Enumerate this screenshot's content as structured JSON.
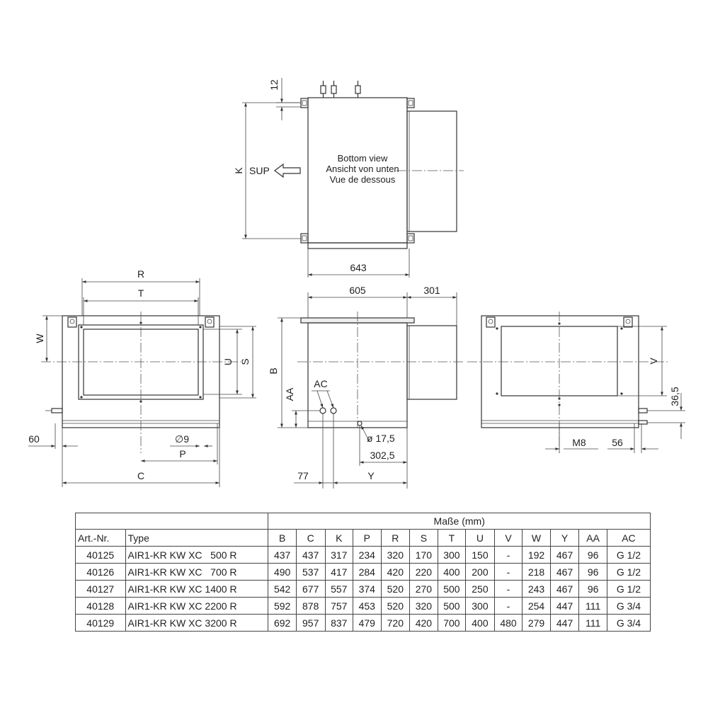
{
  "views": {
    "top": {
      "text_lines": [
        "Bottom view",
        "Ansicht von unten",
        "Vue de dessous"
      ],
      "sup": "SUP",
      "dims": {
        "twelve": "12",
        "k": "K",
        "width": "643"
      }
    },
    "front": {
      "dims": {
        "r": "R",
        "t": "T",
        "w": "W",
        "u": "U",
        "s": "S",
        "sixty": "60",
        "phi9": "∅9",
        "p": "P",
        "c": "C"
      }
    },
    "side": {
      "dims": {
        "d605": "605",
        "d301": "301",
        "b": "B",
        "aa": "AA",
        "ac": "AC",
        "hole": "ø 17,5",
        "d302": "302,5",
        "d77": "77",
        "y": "Y"
      }
    },
    "rear": {
      "dims": {
        "v": "V",
        "d365": "36,5",
        "m8": "M8",
        "d56": "56"
      }
    }
  },
  "table": {
    "header_group": "Maße (mm)",
    "headers": [
      "Art.-Nr.",
      "Type",
      "B",
      "C",
      "K",
      "P",
      "R",
      "S",
      "T",
      "U",
      "V",
      "W",
      "Y",
      "AA",
      "AC"
    ],
    "rows": [
      [
        "40125",
        "AIR1-KR KW XC   500 R",
        "437",
        "437",
        "317",
        "234",
        "320",
        "170",
        "300",
        "150",
        "-",
        "192",
        "467",
        "96",
        "G 1/2"
      ],
      [
        "40126",
        "AIR1-KR KW XC   700 R",
        "490",
        "537",
        "417",
        "284",
        "420",
        "220",
        "400",
        "200",
        "-",
        "218",
        "467",
        "96",
        "G 1/2"
      ],
      [
        "40127",
        "AIR1-KR KW XC 1400 R",
        "542",
        "677",
        "557",
        "374",
        "520",
        "270",
        "500",
        "250",
        "-",
        "243",
        "467",
        "96",
        "G 1/2"
      ],
      [
        "40128",
        "AIR1-KR KW XC 2200 R",
        "592",
        "878",
        "757",
        "453",
        "520",
        "320",
        "500",
        "300",
        "-",
        "254",
        "447",
        "111",
        "G 3/4"
      ],
      [
        "40129",
        "AIR1-KR KW XC 3200 R",
        "692",
        "957",
        "837",
        "479",
        "720",
        "420",
        "700",
        "400",
        "480",
        "279",
        "447",
        "111",
        "G 3/4"
      ]
    ]
  }
}
